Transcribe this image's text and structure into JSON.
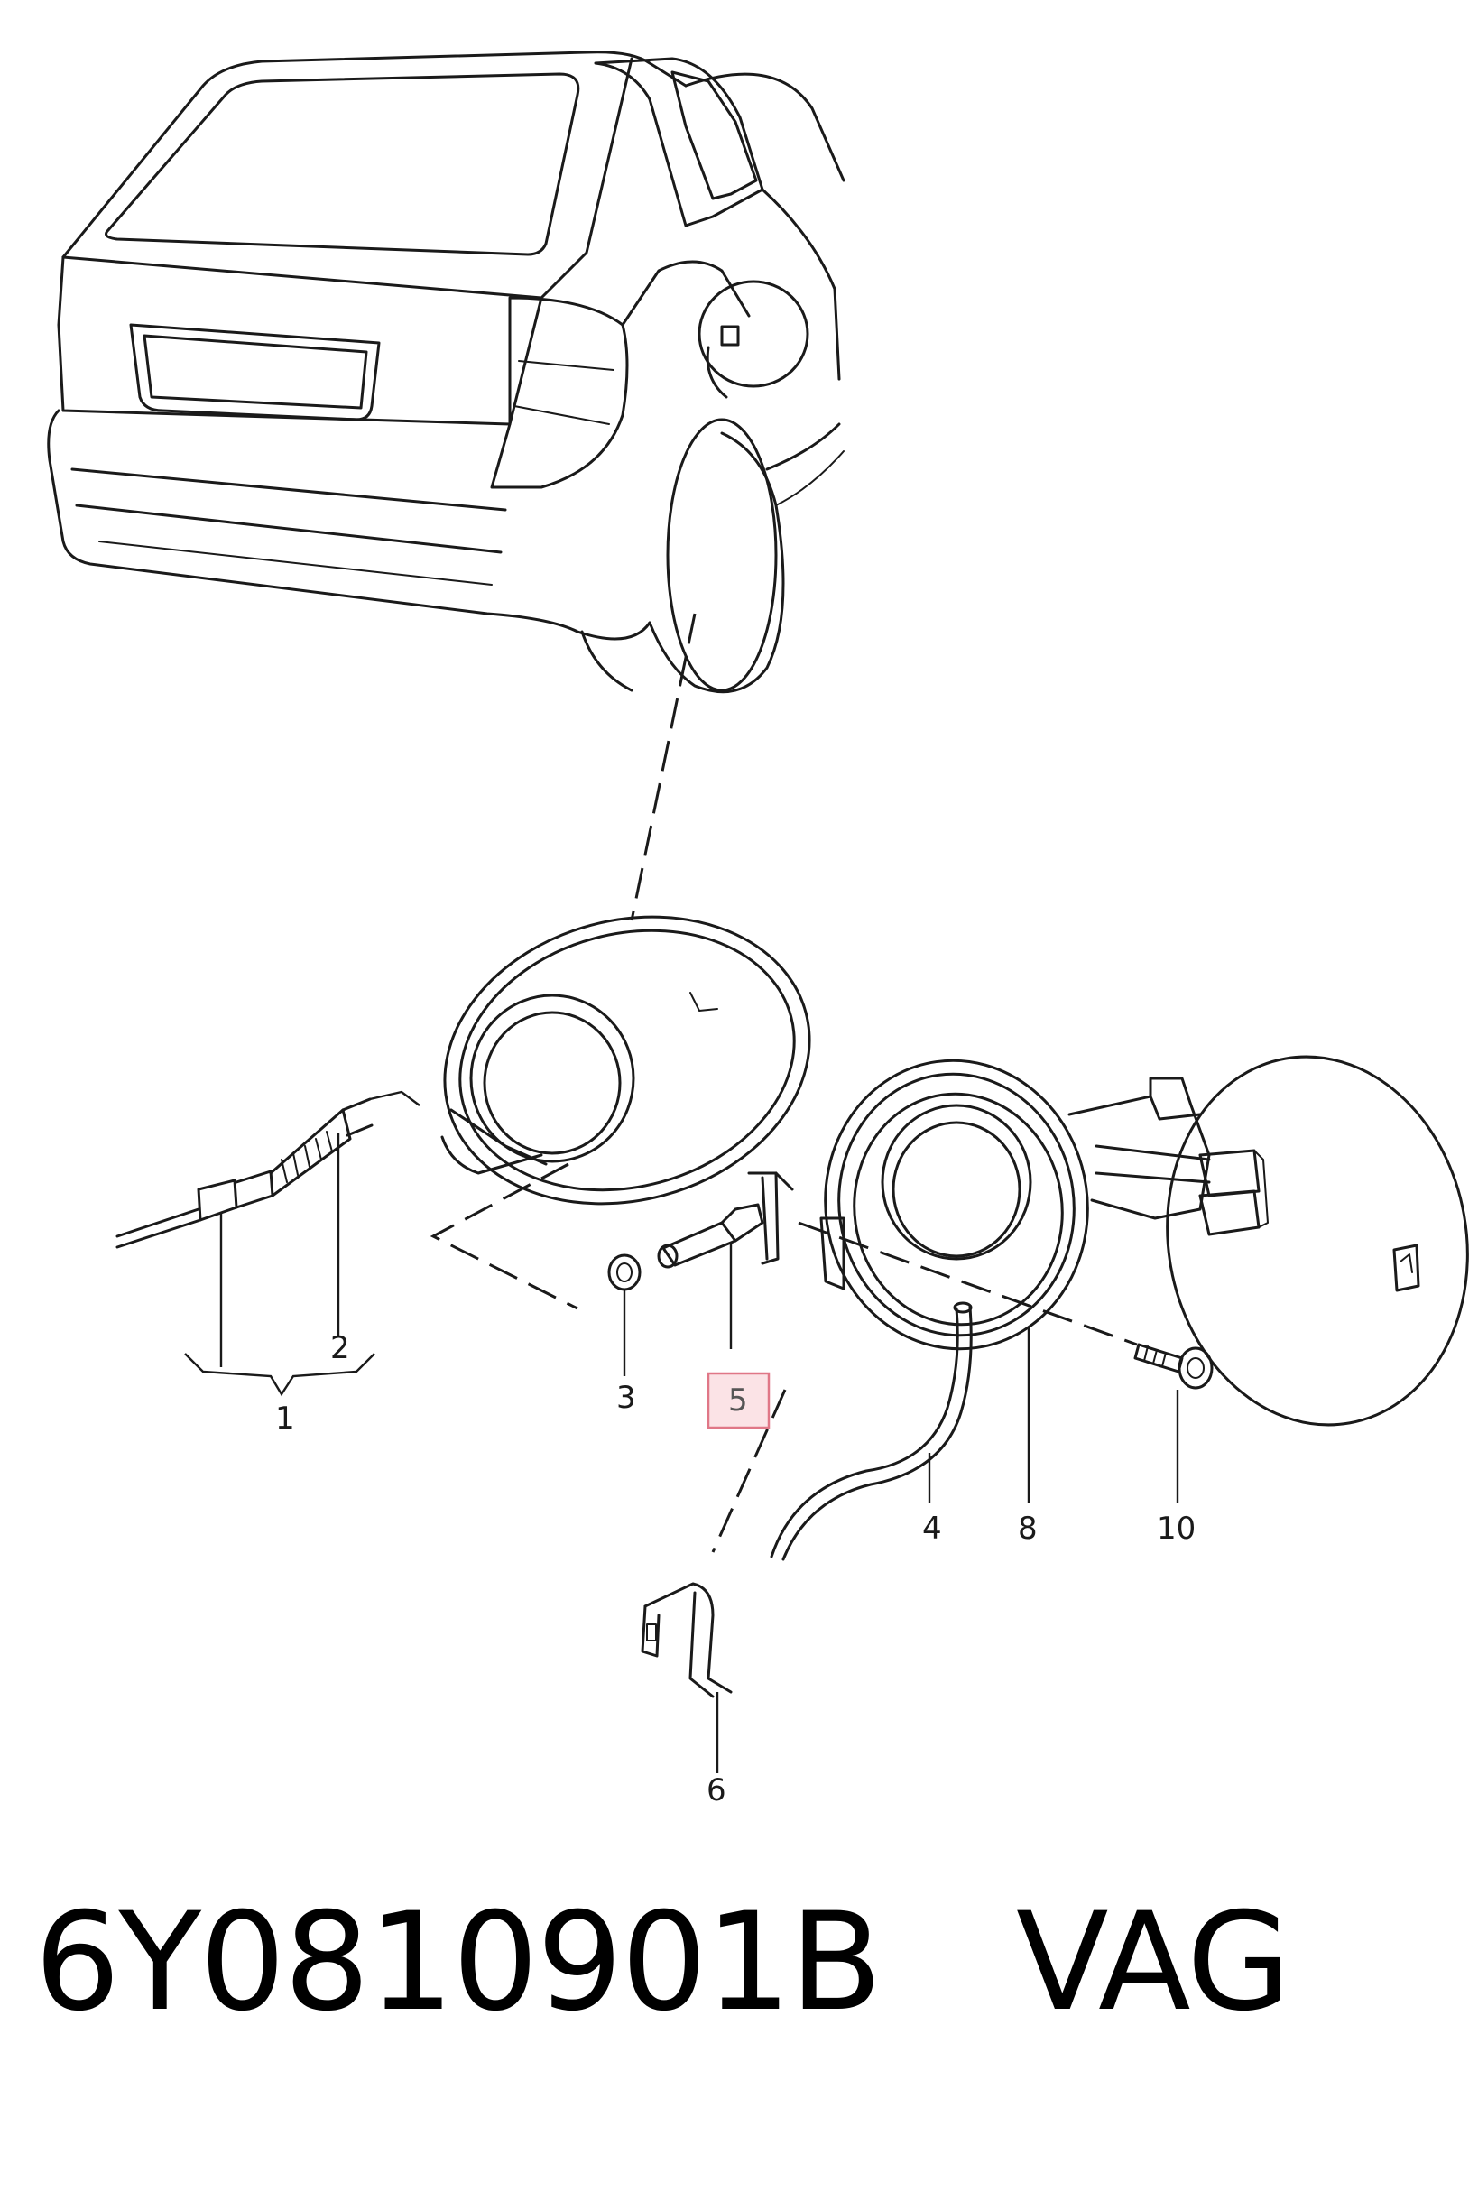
{
  "diagram": {
    "callouts": [
      {
        "id": "1",
        "label": "1"
      },
      {
        "id": "2",
        "label": "2"
      },
      {
        "id": "3",
        "label": "3"
      },
      {
        "id": "4",
        "label": "4"
      },
      {
        "id": "5",
        "label": "5",
        "highlighted": true
      },
      {
        "id": "6",
        "label": "6"
      },
      {
        "id": "8",
        "label": "8"
      },
      {
        "id": "10",
        "label": "10"
      }
    ],
    "highlight_color": "#e07787"
  },
  "caption": {
    "part_number": "6Y0810901B",
    "brand": "VAG"
  }
}
